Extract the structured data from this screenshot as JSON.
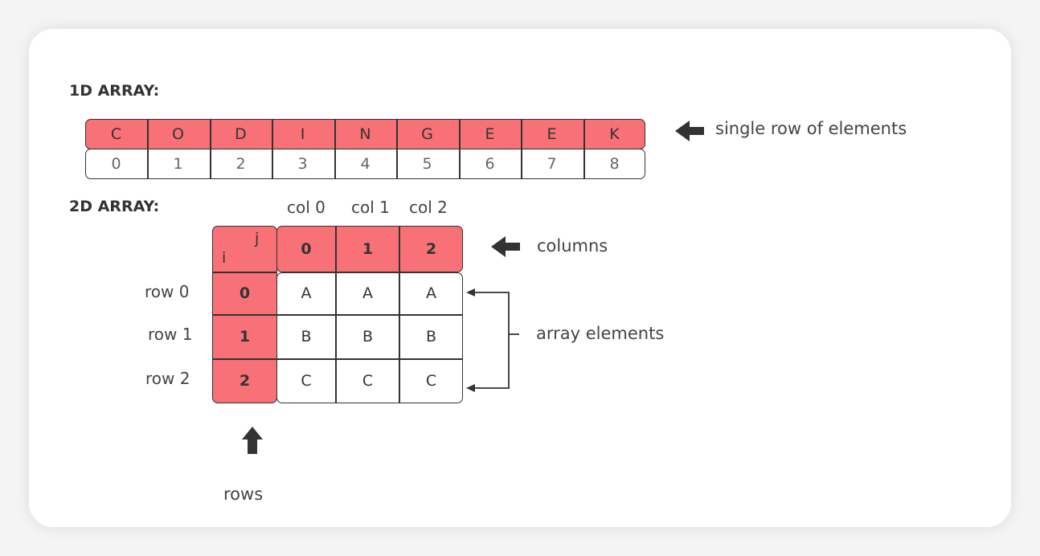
{
  "heading_1d": "1D ARRAY:",
  "heading_2d": "2D ARRAY:",
  "array_1d": {
    "values": [
      "C",
      "O",
      "D",
      "I",
      "N",
      "G",
      "E",
      "E",
      "K"
    ],
    "indices": [
      "0",
      "1",
      "2",
      "3",
      "4",
      "5",
      "6",
      "7",
      "8"
    ]
  },
  "annotations": {
    "single_row": "single row of elements",
    "columns": "columns",
    "array_elements": "array elements",
    "rows": "rows"
  },
  "array_2d": {
    "corner_i": "i",
    "corner_j": "j",
    "col_labels": [
      "col 0",
      "col 1",
      "col 2"
    ],
    "col_indices": [
      "0",
      "1",
      "2"
    ],
    "row_labels": [
      "row 0",
      "row 1",
      "row 2"
    ],
    "row_indices": [
      "0",
      "1",
      "2"
    ],
    "cells": [
      [
        "A",
        "A",
        "A"
      ],
      [
        "B",
        "B",
        "B"
      ],
      [
        "C",
        "C",
        "C"
      ]
    ]
  },
  "colors": {
    "highlight": "#f77176",
    "border": "#333333",
    "arrow": "#333333",
    "background": "#ffffff"
  },
  "icons": [
    "left-arrow-icon",
    "up-arrow-icon",
    "bracket-arrow-icon"
  ]
}
